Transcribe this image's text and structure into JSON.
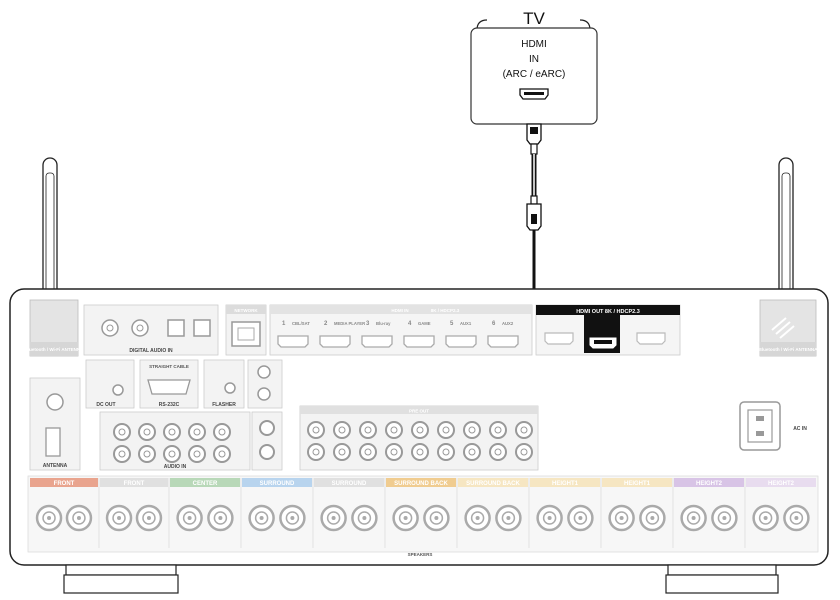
{
  "tv": {
    "title": "TV",
    "line1": "HDMI",
    "line2": "IN",
    "line3": "(ARC / eARC)"
  },
  "receiver": {
    "hdmi_out_label": "HDMI OUT  8K / HDCP2.3",
    "hdmi_in_label": "HDMI IN",
    "hdmi_in_spec": "8K / HDCP2.3",
    "network_label": "NETWORK",
    "pre_out_label": "PRE OUT",
    "ac_in_label": "AC IN",
    "hdmi_in_ports": [
      "1",
      "CBL/SAT",
      "2",
      "MEDIA PLAYER",
      "3",
      "Blu-ray",
      "4",
      "GAME",
      "5",
      "AUX1",
      "6",
      "AUX2"
    ],
    "left_antenna_label": "Bluetooth / Wi-Fi ANTENNA",
    "right_antenna_label": "Bluetooth / Wi-Fi ANTENNA",
    "digital_audio_label": "DIGITAL AUDIO IN",
    "dc_out_label": "DC OUT",
    "rs232_label": "RS-232C",
    "straight_cable_label": "STRAIGHT CABLE",
    "flasher_label": "FLASHER",
    "audio_in_label": "AUDIO IN",
    "antenna_label": "ANTENNA",
    "speakers_label": "SPEAKERS",
    "speaker_sections": [
      "FRONT",
      "FRONT",
      "CENTER",
      "SURROUND",
      "SURROUND",
      "SURROUND BACK",
      "SURROUND BACK",
      "HEIGHT1",
      "HEIGHT1",
      "HEIGHT2",
      "HEIGHT2"
    ]
  }
}
